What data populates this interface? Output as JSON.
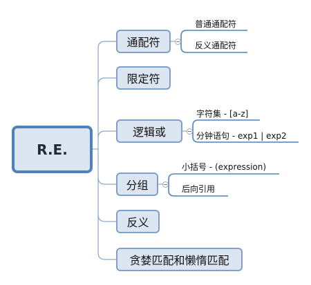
{
  "root": {
    "label": "R.E."
  },
  "branches": [
    {
      "label": "通配符",
      "children": [
        "普通通配符",
        "反义通配符"
      ]
    },
    {
      "label": "限定符",
      "children": []
    },
    {
      "label": "逻辑或",
      "children": [
        "字符集 - [a-z]",
        "分钟语句 - exp1 | exp2"
      ]
    },
    {
      "label": "分组",
      "children": [
        "小括号 - (expression)",
        "后向引用"
      ]
    },
    {
      "label": "反义",
      "children": []
    },
    {
      "label": "贪婪匹配和懒惰匹配",
      "children": []
    }
  ],
  "colors": {
    "node_fill": "#dce6f2",
    "node_border": "#7f9fc6",
    "root_border": "#4f81bd",
    "connector": "#8ea6c6",
    "leaf_underline": "#4f81bd"
  }
}
